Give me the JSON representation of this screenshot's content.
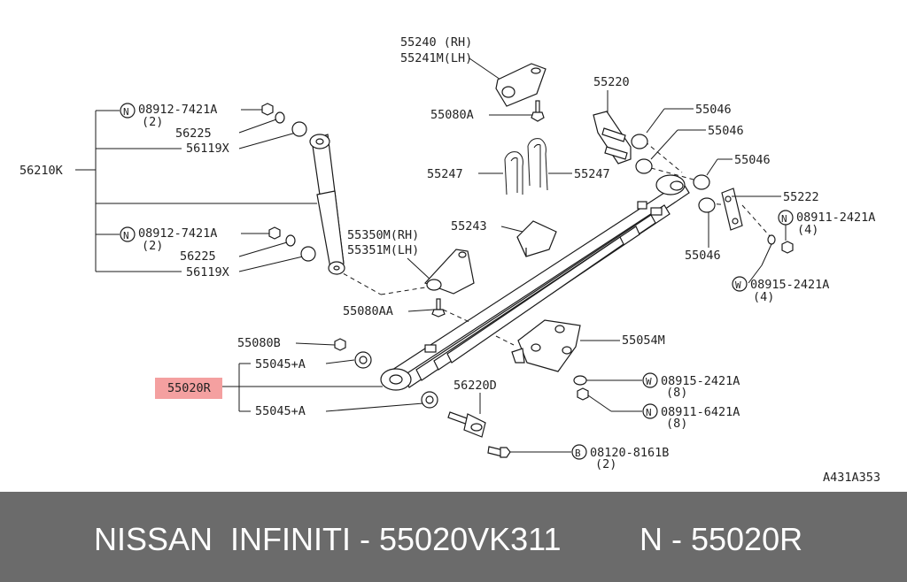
{
  "diagram": {
    "labels": {
      "bracket_rh": "55240 (RH)",
      "bracket_lh": "55241M(LH)",
      "bolt_upper": "55080A",
      "ubolt_left": "55247",
      "ubolt_right": "55247",
      "plate": "55243",
      "bracket_rh2": "55350M(RH)",
      "bracket_lh2": "55351M(LH)",
      "bolt_lower": "55080AA",
      "nut_a": "55080B",
      "bush_a_upper": "55045+A",
      "spring": "55020R",
      "bush_a_lower": "55045+A",
      "pin": "56220D",
      "nut_b": "08120-8161B",
      "nut_b_qty": "(2)",
      "shackle": "55220",
      "bush_1": "55046",
      "bush_2": "55046",
      "bush_3": "55046",
      "bush_4": "55046",
      "shackle_plate": "55222",
      "nut_n1": "08911-2421A",
      "nut_n1_qty": "(4)",
      "washer_w1": "08915-2421A",
      "washer_w1_qty": "(4)",
      "seat": "55054M",
      "washer_w2": "08915-2421A",
      "washer_w2_qty": "(8)",
      "nut_n2": "08911-6421A",
      "nut_n2_qty": "(8)",
      "absorber": "56210K",
      "nut_top": "08912-7421A",
      "nut_top_qty": "(2)",
      "washer_top": "56225",
      "bush_top": "56119X",
      "nut_bot": "08912-7421A",
      "nut_bot_qty": "(2)",
      "washer_bot": "56225",
      "bush_bot": "56119X",
      "figure_code": "A431A353"
    },
    "callout_letters": {
      "N": "N",
      "W": "W",
      "B": "B"
    }
  },
  "footer": {
    "left_text": "NISSAN  INFINITI - 55020VK311",
    "right_text": "N - 55020R"
  },
  "colors": {
    "footer_bg": "#6b6b6b",
    "highlight": "#f08080"
  }
}
